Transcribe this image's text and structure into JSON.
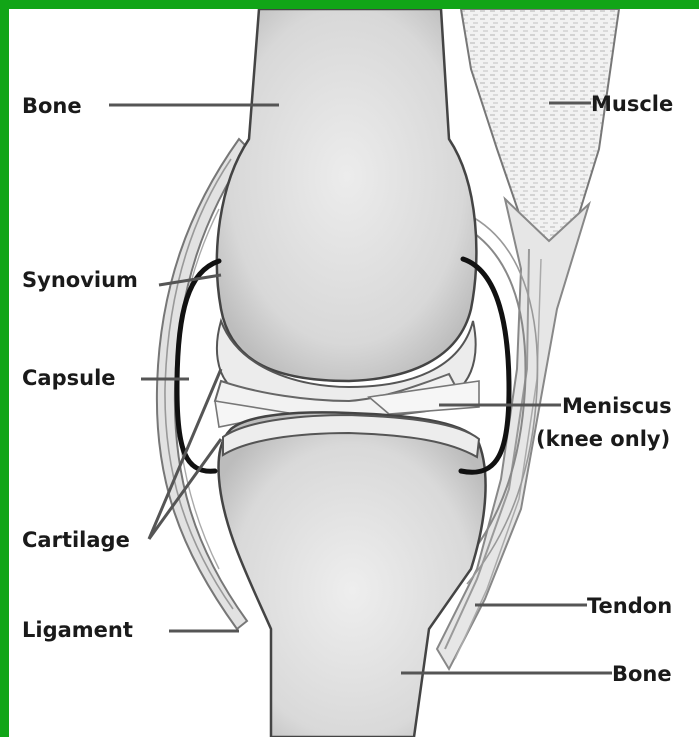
{
  "diagram": {
    "labels": {
      "bone_top": "Bone",
      "muscle": "Muscle",
      "synovium": "Synovium",
      "capsule": "Capsule",
      "meniscus_line1": "Meniscus",
      "meniscus_line2": "(knee only)",
      "cartilage": "Cartilage",
      "ligament": "Ligament",
      "tendon": "Tendon",
      "bone_bottom": "Bone"
    },
    "colors": {
      "border": "#11a517",
      "background": "#ffffff",
      "bone_fill": "#dcdcdc",
      "bone_shade": "#c4c4c4",
      "outline": "#444444",
      "synovium": "#111111",
      "leader_line": "#555555"
    }
  }
}
